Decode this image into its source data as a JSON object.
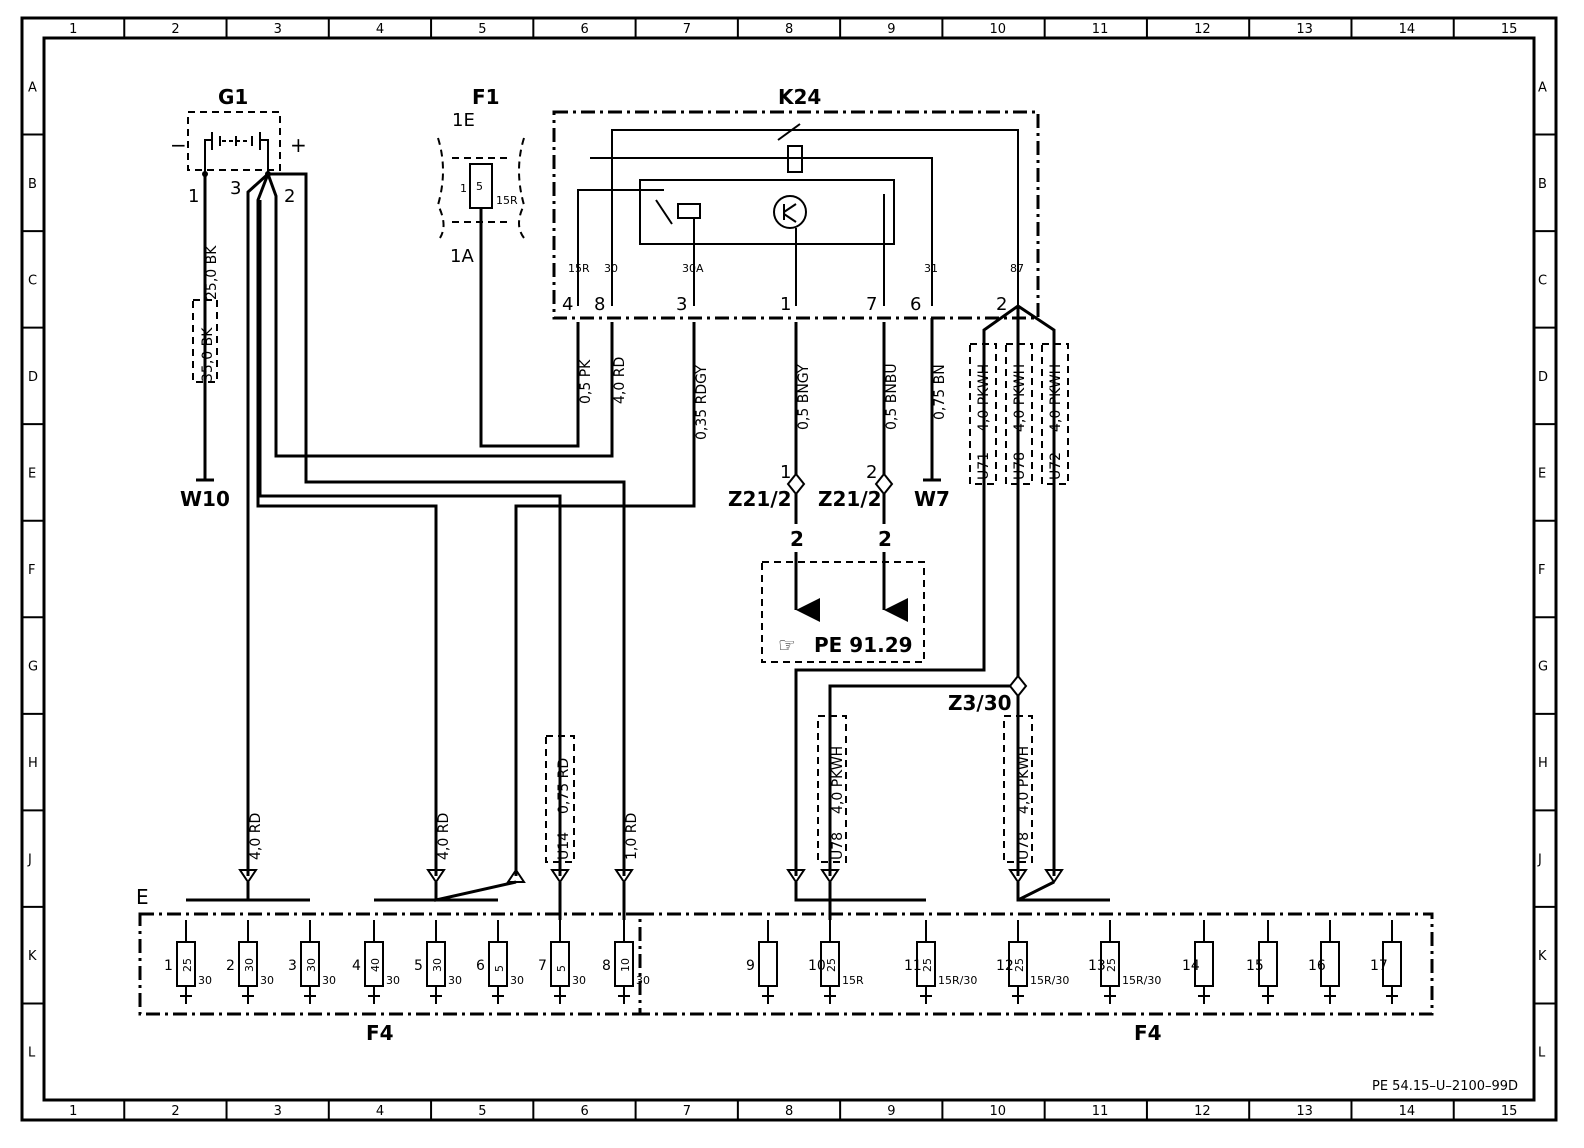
{
  "grid": {
    "columns": [
      "1",
      "2",
      "3",
      "4",
      "5",
      "6",
      "7",
      "8",
      "9",
      "10",
      "11",
      "12",
      "13",
      "14",
      "15"
    ],
    "rows": [
      "A",
      "B",
      "C",
      "D",
      "E",
      "F",
      "G",
      "H",
      "J",
      "K",
      "L"
    ]
  },
  "components": {
    "g1": {
      "label": "G1",
      "minus": "−",
      "plus": "+",
      "pins": [
        "1",
        "3",
        "2"
      ]
    },
    "f1": {
      "label": "F1",
      "top": "1E",
      "bottom": "1A",
      "pin": "1",
      "rating": "5",
      "circuit": "15R"
    },
    "k24": {
      "label": "K24",
      "terminals": [
        "15R",
        "30",
        "30A",
        "31",
        "87"
      ],
      "pins": [
        "4",
        "8",
        "3",
        "1",
        "7",
        "6",
        "2"
      ]
    },
    "w10": "W10",
    "w7": "W7",
    "z21_left": {
      "label": "Z21/2",
      "pin": "1",
      "out": "2"
    },
    "z21_right": {
      "label": "Z21/2",
      "pin": "2",
      "out": "2"
    },
    "z330": "Z3/30",
    "ref": "PE  91.29",
    "f4_left": "F4",
    "f4_right": "F4",
    "f4_header": "E",
    "footer": "PE 54.15–U–2100–99D"
  },
  "wires": {
    "g1_top": "25,0  BK",
    "g1_bottom": "35,0  BK",
    "k24_4": "0,5  PK",
    "k24_8": "4,0  RD",
    "k24_3": "0,35  RDGY",
    "k24_1": "0,5  BNGY",
    "k24_7": "0,5  BNBU",
    "k24_6": "0,75  BN",
    "u71": {
      "color": "4,0  PKWH",
      "code": "U71"
    },
    "u78a": {
      "color": "4,0  PKWH",
      "code": "U78"
    },
    "u72": {
      "color": "4,0  PKWH",
      "code": "U72"
    },
    "f4_1": "4,0  RD",
    "f4_4": "4,0  RD",
    "f4_7": {
      "color": "0,75  RD",
      "code": "U14"
    },
    "f4_8": "1,0  RD",
    "f4_10": {
      "color": "4,0  PKWH",
      "code": "U78"
    },
    "f4_12": {
      "color": "4,0  PKWH",
      "code": "U78"
    }
  },
  "fuses": [
    {
      "num": "1",
      "rating": "25",
      "circuit": "30"
    },
    {
      "num": "2",
      "rating": "30",
      "circuit": "30"
    },
    {
      "num": "3",
      "rating": "30",
      "circuit": "30"
    },
    {
      "num": "4",
      "rating": "40",
      "circuit": "30"
    },
    {
      "num": "5",
      "rating": "30",
      "circuit": "30"
    },
    {
      "num": "6",
      "rating": "5",
      "circuit": "30"
    },
    {
      "num": "7",
      "rating": "5",
      "circuit": "30"
    },
    {
      "num": "8",
      "rating": "10",
      "circuit": "30"
    },
    {
      "num": "9",
      "rating": "",
      "circuit": ""
    },
    {
      "num": "10",
      "rating": "25",
      "circuit": "15R"
    },
    {
      "num": "11",
      "rating": "25",
      "circuit": "15R/30"
    },
    {
      "num": "12",
      "rating": "25",
      "circuit": "15R/30"
    },
    {
      "num": "13",
      "rating": "25",
      "circuit": "15R/30"
    },
    {
      "num": "14",
      "rating": "",
      "circuit": ""
    },
    {
      "num": "15",
      "rating": "",
      "circuit": ""
    },
    {
      "num": "16",
      "rating": "",
      "circuit": ""
    },
    {
      "num": "17",
      "rating": "",
      "circuit": ""
    }
  ]
}
